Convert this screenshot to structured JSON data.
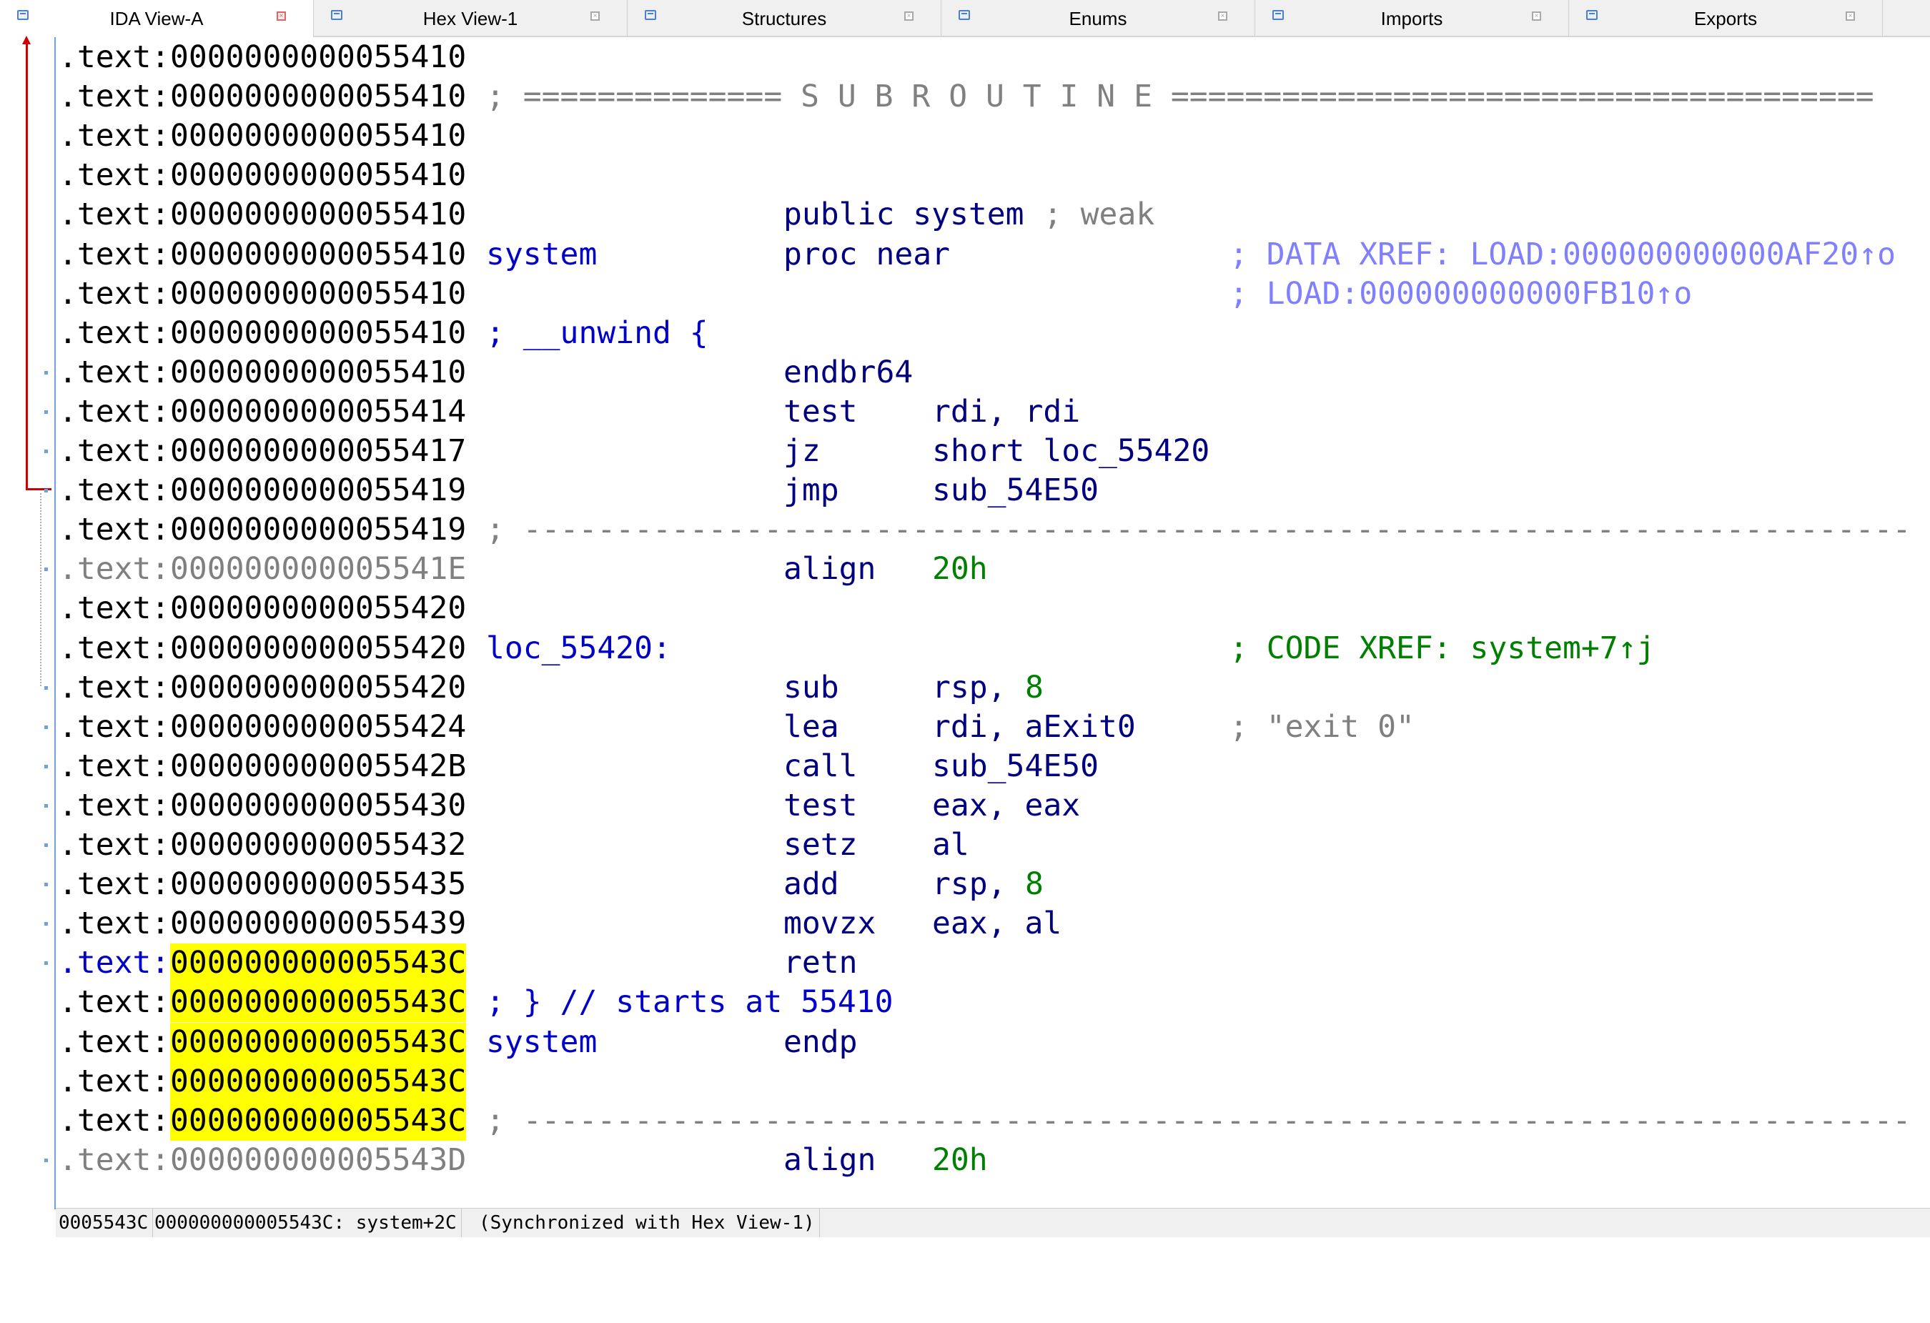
{
  "tabs": [
    {
      "label": "IDA View-A",
      "active": true
    },
    {
      "label": "Hex View-1",
      "active": false
    },
    {
      "label": "Structures",
      "active": false
    },
    {
      "label": "Enums",
      "active": false
    },
    {
      "label": "Imports",
      "active": false
    },
    {
      "label": "Exports",
      "active": false
    }
  ],
  "lines": [
    {
      "seg": ".text:",
      "addr": "0000000000055410",
      "label": "",
      "mnem": "",
      "ops": "",
      "comment": "",
      "comment_class": ""
    },
    {
      "seg": ".text:",
      "addr": "0000000000055410",
      "label": "; ============== S U B R O U T I N E ======================================",
      "label_class": "c-gray"
    },
    {
      "seg": ".text:",
      "addr": "0000000000055410"
    },
    {
      "seg": ".text:",
      "addr": "0000000000055410"
    },
    {
      "seg": ".text:",
      "addr": "0000000000055410",
      "mnem_full": "public system",
      "trail": " ; weak",
      "trail_class": "c-gray"
    },
    {
      "seg": ".text:",
      "addr": "0000000000055410",
      "label": "system",
      "label_class": "c-blue",
      "mnem": "proc near",
      "comment": "; DATA XREF: LOAD:000000000000AF20↑o",
      "comment_class": "c-lightblue"
    },
    {
      "seg": ".text:",
      "addr": "0000000000055410",
      "comment": "; LOAD:000000000000FB10↑o",
      "comment_class": "c-lightblue"
    },
    {
      "seg": ".text:",
      "addr": "0000000000055410",
      "label": "; __unwind {",
      "label_class": "c-blue"
    },
    {
      "seg": ".text:",
      "addr": "0000000000055410",
      "mnem": "endbr64"
    },
    {
      "seg": ".text:",
      "addr": "0000000000055414",
      "mnem": "test",
      "ops": "rdi, rdi"
    },
    {
      "seg": ".text:",
      "addr": "0000000000055417",
      "mnem": "jz",
      "ops": "short loc_55420"
    },
    {
      "seg": ".text:",
      "addr": "0000000000055419",
      "mnem": "jmp",
      "ops": "sub_54E50"
    },
    {
      "seg": ".text:",
      "addr": "0000000000055419",
      "label": "; ---------------------------------------------------------------------------",
      "label_class": "c-gray"
    },
    {
      "seg": ".text:",
      "addr": "000000000005541E",
      "mnem": "align",
      "ops_num": "20h",
      "gray": true
    },
    {
      "seg": ".text:",
      "addr": "0000000000055420"
    },
    {
      "seg": ".text:",
      "addr": "0000000000055420",
      "label": "loc_55420:",
      "label_class": "c-blue",
      "comment": "; CODE XREF: system+7↑j",
      "comment_class": "c-darkgreen"
    },
    {
      "seg": ".text:",
      "addr": "0000000000055420",
      "mnem": "sub",
      "ops": "rsp, ",
      "ops_num": "8"
    },
    {
      "seg": ".text:",
      "addr": "0000000000055424",
      "mnem": "lea",
      "ops": "rdi, aExit0",
      "comment": "; \"exit 0\"",
      "comment_class": "c-gray"
    },
    {
      "seg": ".text:",
      "addr": "000000000005542B",
      "mnem": "call",
      "ops": "sub_54E50"
    },
    {
      "seg": ".text:",
      "addr": "0000000000055430",
      "mnem": "test",
      "ops": "eax, eax"
    },
    {
      "seg": ".text:",
      "addr": "0000000000055432",
      "mnem": "setz",
      "ops": "al"
    },
    {
      "seg": ".text:",
      "addr": "0000000000055435",
      "mnem": "add",
      "ops": "rsp, ",
      "ops_num": "8"
    },
    {
      "seg": ".text:",
      "addr": "0000000000055439",
      "mnem": "movzx",
      "ops": "eax, al"
    },
    {
      "seg": ".text:",
      "addr": "000000000005543C",
      "mnem": "retn",
      "hl": true,
      "seg_blue": true
    },
    {
      "seg": ".text:",
      "addr": "000000000005543C",
      "label": "; } // starts at 55410",
      "label_class": "c-blue",
      "hl": true
    },
    {
      "seg": ".text:",
      "addr": "000000000005543C",
      "label": "system",
      "label_class": "c-blue",
      "mnem": "endp",
      "hl": true
    },
    {
      "seg": ".text:",
      "addr": "000000000005543C",
      "hl": true
    },
    {
      "seg": ".text:",
      "addr": "000000000005543C",
      "label": "; ---------------------------------------------------------------------------",
      "label_class": "c-gray",
      "hl": true
    },
    {
      "seg": ".text:",
      "addr": "000000000005543D",
      "mnem": "align",
      "ops_num": "20h",
      "gray": true
    }
  ],
  "dots": [
    8,
    9,
    10,
    11,
    13,
    16,
    17,
    18,
    19,
    20,
    21,
    22,
    23,
    28
  ],
  "status": {
    "offset": "0005543C",
    "location": "000000000005543C: system+2C",
    "sync": "(Synchronized with Hex View-1)"
  }
}
